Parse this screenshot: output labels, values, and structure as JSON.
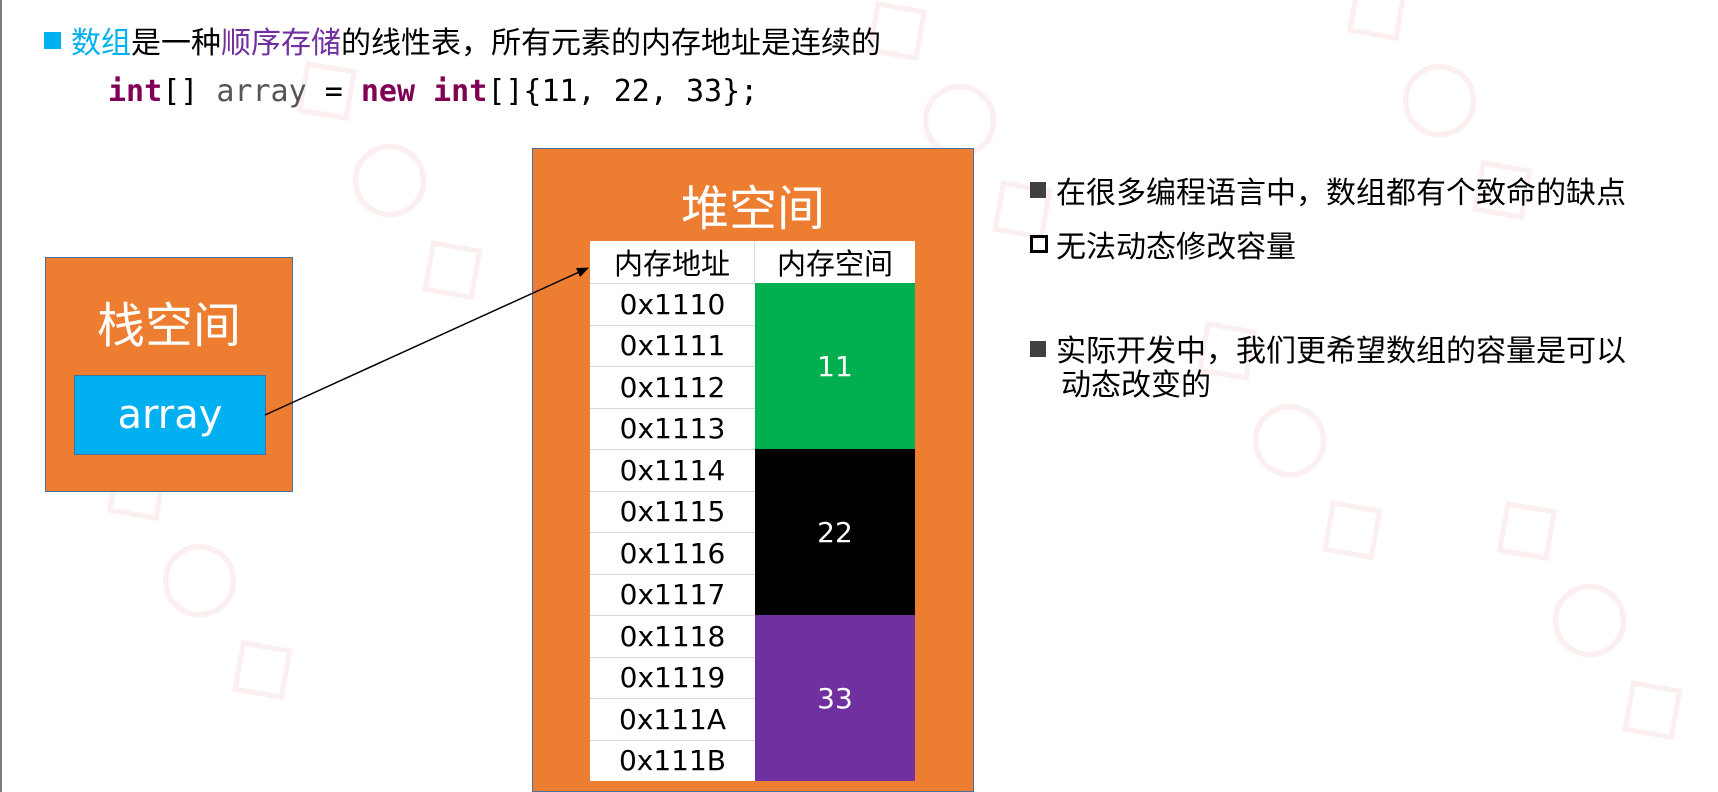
{
  "intro": {
    "term_array": "数组",
    "text_1": "是一种",
    "term_sequential": "顺序存储",
    "text_2": "的线性表，所有元素的内存地址是连续的",
    "term_array_color": "#00b0f0",
    "term_sequential_color": "#7030a0"
  },
  "code": {
    "kw_int_1": "int",
    "part_1": "[] ",
    "var_name": "array",
    "part_2": " = ",
    "kw_new": "new",
    "part_3": " ",
    "kw_int_2": "int",
    "part_4": "[]{11, 22, 33};"
  },
  "stack": {
    "title": "栈空间",
    "variable": "array",
    "box_color": "#ed7d31",
    "variable_color": "#00b0f0"
  },
  "heap": {
    "title": "堆空间",
    "box_color": "#ed7d31",
    "headers": [
      "内存地址",
      "内存空间"
    ],
    "addresses": [
      "0x1110",
      "0x1111",
      "0x1112",
      "0x1113",
      "0x1114",
      "0x1115",
      "0x1116",
      "0x1117",
      "0x1118",
      "0x1119",
      "0x111A",
      "0x111B"
    ],
    "blocks": [
      {
        "value": "11",
        "color": "#00b050"
      },
      {
        "value": "22",
        "color": "#000000"
      },
      {
        "value": "33",
        "color": "#7030a0"
      }
    ]
  },
  "notes": {
    "point_1": "在很多编程语言中，数组都有个致命的缺点",
    "point_2": "无法动态修改容量",
    "point_3_line_1": "实际开发中，我们更希望数组的容量是可以",
    "point_3_line_2": "动态改变的"
  }
}
